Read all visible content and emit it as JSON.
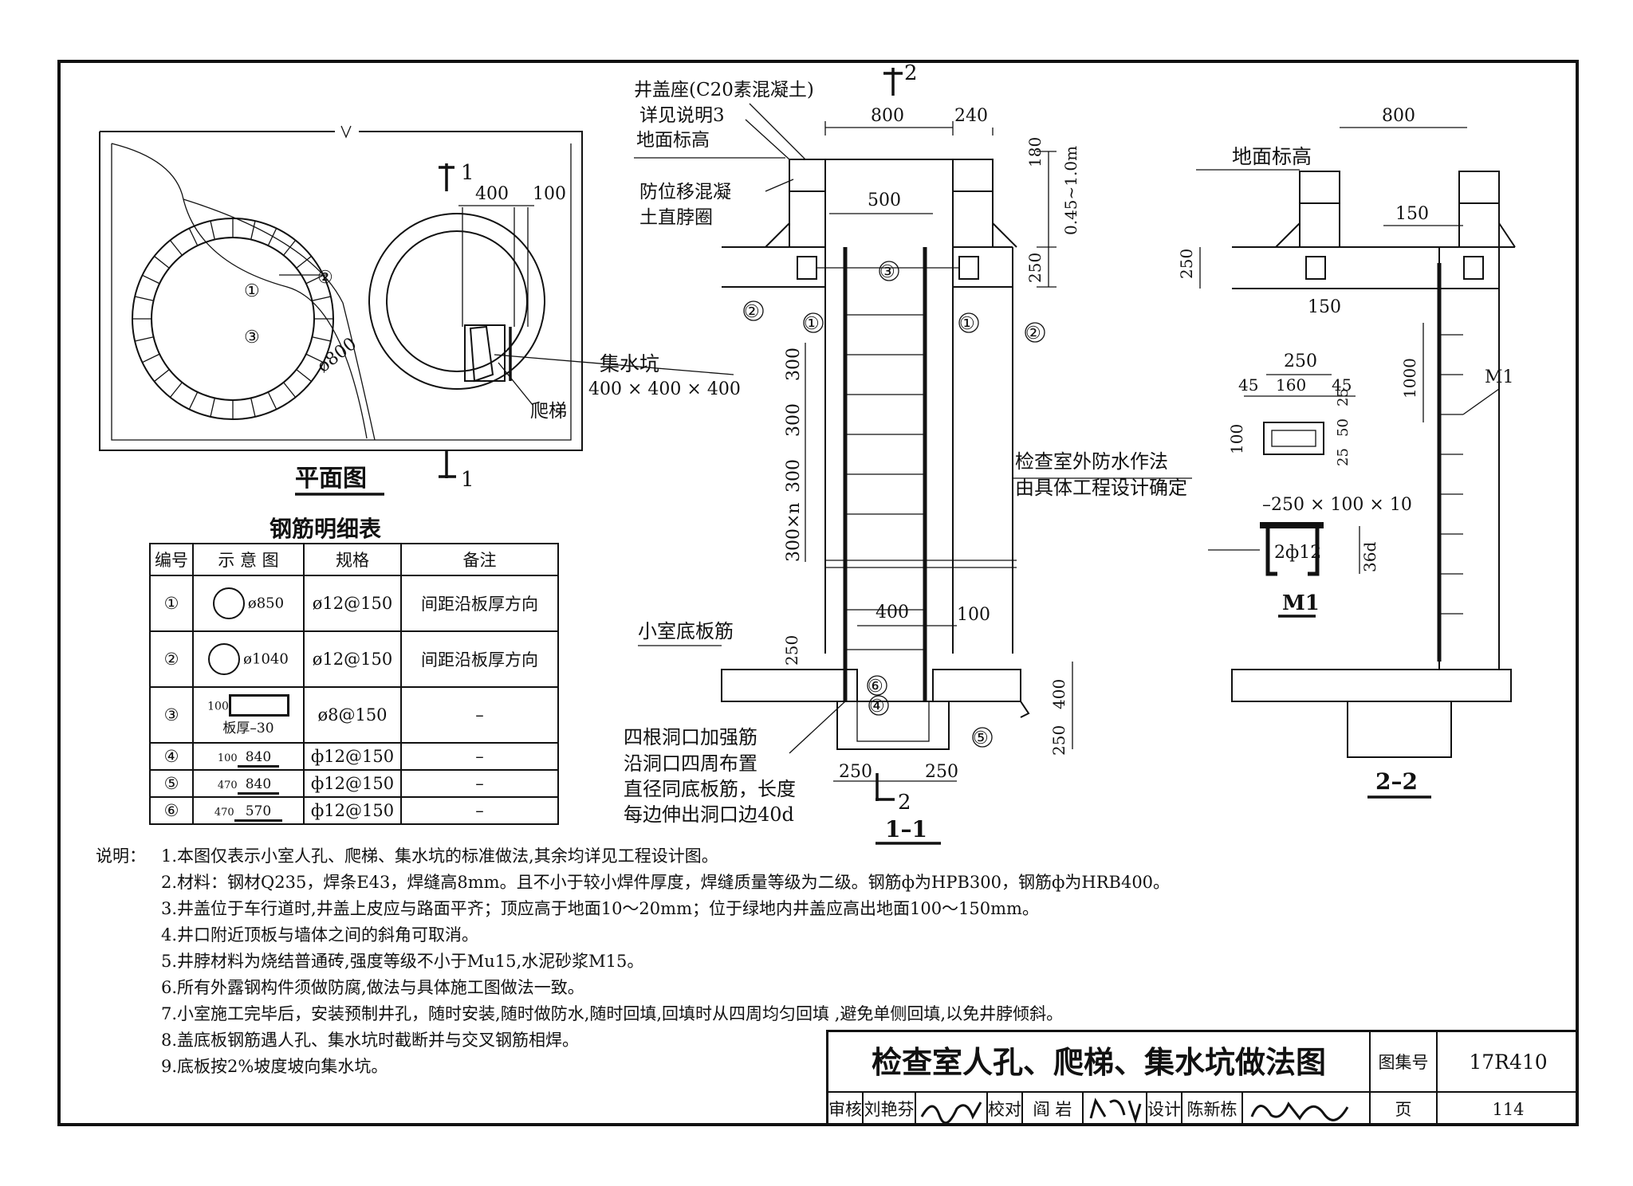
{
  "plan": {
    "title": "平面图",
    "section_mark_top": "1",
    "section_mark_bottom": "1",
    "dim_400": "400",
    "dim_100": "100",
    "diameter": "ø800",
    "sump_label": "集水坑",
    "sump_size": "400 × 400 × 400",
    "ladder_label": "爬梯",
    "bar_marks": [
      "①",
      "②",
      "③"
    ]
  },
  "section_1": {
    "title": "1–1",
    "section_mark_top": "2",
    "section_mark_bottom": "2",
    "cover_seat": "井盖座(C20素混凝土)",
    "see_note": "详见说明3",
    "ground_level": "地面标高",
    "anti_shift": "防位移混凝",
    "anti_shift_2": "土直脖圈",
    "dim_800": "800",
    "dim_240": "240",
    "dim_180": "180",
    "dim_range": "0.45~1.0m",
    "dim_500": "500",
    "dim_250": "250",
    "dim_300a": "300",
    "dim_300b": "300",
    "dim_300c": "300",
    "dim_300n": "300×n",
    "waterproof_1": "检查室外防水作法",
    "waterproof_2": "由具体工程设计确定",
    "base_rebar": "小室底板筋",
    "dim_400b": "400",
    "dim_100b": "100",
    "dim_250b": "250",
    "dim_400c": "400",
    "dim_250c": "250",
    "dim_250d": "250",
    "dim_250e": "250",
    "opening_note": [
      "四根洞口加强筋",
      "沿洞口四周布置",
      "直径同底板筋，长度",
      "每边伸出洞口边40d"
    ],
    "bar_marks": [
      "①",
      "②",
      "③",
      "④",
      "⑤",
      "⑥"
    ]
  },
  "section_2": {
    "title": "2–2",
    "ground_level": "地面标高",
    "dim_800": "800",
    "dim_150": "150",
    "dim_250": "250",
    "dim_150b": "150",
    "dim_1000": "1000",
    "m1": "M1"
  },
  "m1_detail": {
    "title": "M1",
    "dim_250": "250",
    "dim_45a": "45",
    "dim_160": "160",
    "dim_45b": "45",
    "dim_100": "100",
    "dim_25a": "25",
    "dim_50": "50",
    "dim_25b": "25",
    "plate": "–250 × 100 × 10",
    "bars": "2ф12",
    "dim_36d": "36d"
  },
  "rebar_table": {
    "title": "钢筋明细表",
    "headers": [
      "编号",
      "示 意 图",
      "规格",
      "备注"
    ],
    "rows": [
      {
        "no": "①",
        "shape": "ø850",
        "spec": "ø12@150",
        "note": "间距沿板厚方向"
      },
      {
        "no": "②",
        "shape": "ø1040",
        "spec": "ø12@150",
        "note": "间距沿板厚方向"
      },
      {
        "no": "③",
        "shape": "板厚–30",
        "shape_side": "100",
        "spec": "ø8@150",
        "note": "–"
      },
      {
        "no": "④",
        "shape": "840",
        "shape_side": "100",
        "spec": "ф12@150",
        "note": "–"
      },
      {
        "no": "⑤",
        "shape": "840",
        "shape_side": "470",
        "spec": "ф12@150",
        "note": "–"
      },
      {
        "no": "⑥",
        "shape": "570",
        "shape_side": "470",
        "spec": "ф12@150",
        "note": "–"
      }
    ]
  },
  "notes": {
    "heading": "说明：",
    "items": [
      "1.本图仅表示小室人孔、爬梯、集水坑的标准做法,其余均详见工程设计图。",
      "2.材料：钢材Q235，焊条E43，焊缝高8mm。且不小于较小焊件厚度，焊缝质量等级为二级。钢筋ф为HPB300，钢筋ф为HRB400。",
      "3.井盖位于车行道时,井盖上皮应与路面平齐；顶应高于地面10～20mm；位于绿地内井盖应高出地面100～150mm。",
      "4.井口附近顶板与墙体之间的斜角可取消。",
      "5.井脖材料为烧结普通砖,强度等级不小于Mu15,水泥砂浆M15。",
      "6.所有外露钢构件须做防腐,做法与具体施工图做法一致。",
      "7.小室施工完毕后，安装预制井孔，随时安装,随时做防水,随时回填,回填时从四周均匀回填 ,避免单侧回填,以免井脖倾斜。",
      "8.盖底板钢筋遇人孔、集水坑时截断并与交叉钢筋相焊。",
      "9.底板按2%坡度坡向集水坑。"
    ]
  },
  "title_block": {
    "title": "检查室人孔、爬梯、集水坑做法图",
    "atlas_label": "图集号",
    "atlas_no": "17R410",
    "review_label": "审核",
    "reviewer": "刘艳芬",
    "check_label": "校对",
    "checker": "阎 岩",
    "design_label": "设计",
    "designer": "陈新栋",
    "page_label": "页",
    "page_no": "114"
  }
}
